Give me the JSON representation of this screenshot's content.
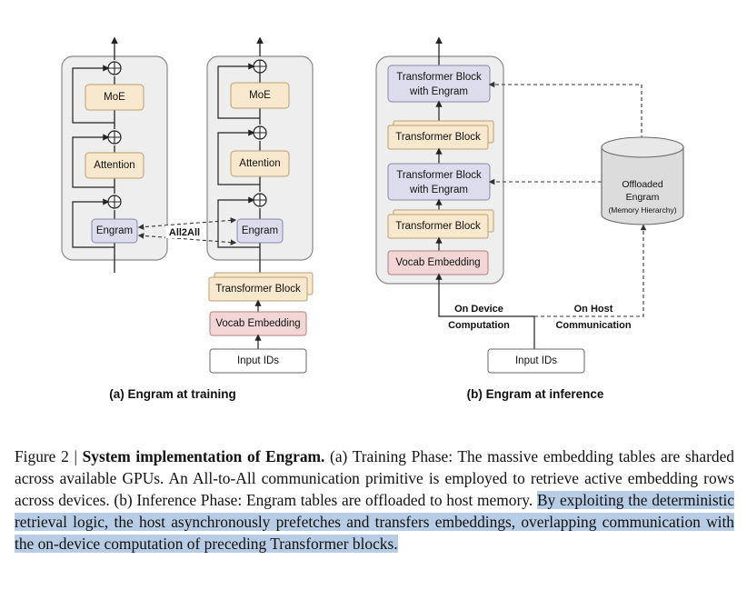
{
  "training": {
    "blocks": {
      "moe": "MoE",
      "attention": "Attention",
      "engram": "Engram",
      "all2all": "All2All",
      "transformer_block": "Transformer Block",
      "vocab_embedding": "Vocab Embedding",
      "input_ids": "Input IDs"
    },
    "caption": "(a) Engram at training"
  },
  "inference": {
    "blocks": {
      "tb_engram_line1": "Transformer Block",
      "tb_engram_line2": "with Engram",
      "transformer_block": "Transformer Block",
      "vocab_embedding": "Vocab Embedding",
      "input_ids": "Input IDs",
      "offloaded_line1": "Offloaded",
      "offloaded_line2": "Engram",
      "offloaded_line3": "(Memory Hierarchy)"
    },
    "labels": {
      "on_device_1": "On Device",
      "on_device_2": "Computation",
      "on_host_1": "On Host",
      "on_host_2": "Communication"
    },
    "caption": "(b) Engram at inference"
  },
  "caption": {
    "figure_number": "Figure 2 |",
    "title": "System implementation of Engram.",
    "body_plain": " (a) Training Phase: The massive embedding tables are sharded across available GPUs. An All-to-All communication primitive is employed to retrieve active embedding rows across devices. (b) Inference Phase: Engram tables are offloaded to host memory. ",
    "body_highlighted": "By exploiting the deterministic retrieval logic, the host asynchronously prefetches and transfers embeddings, overlapping communication with the on-device computation of preceding Transformer blocks."
  },
  "colors": {
    "panel_fill": "#eeeeee",
    "moe_fill": "#f8e8cd",
    "attention_fill": "#f8e8cd",
    "engram_fill": "#dcdcec",
    "vocab_fill": "#f2d6d6",
    "highlight": "#b7cde6"
  }
}
